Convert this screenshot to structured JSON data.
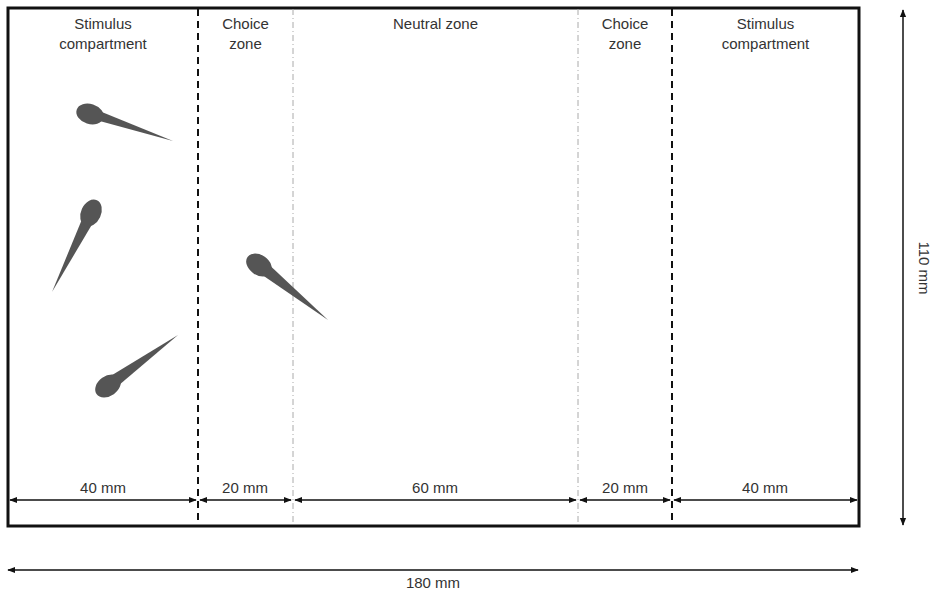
{
  "diagram": {
    "nodes": [
      {
        "text": [
          "Stimulus compartment"
        ]
      },
      {
        "text": [
          "Choice zone"
        ]
      },
      {
        "text": [
          "Neutral zone"
        ]
      },
      {
        "text": [
          "Choice zone"
        ]
      },
      {
        "text": [
          "Stimulus compartment"
        ]
      }
    ],
    "labels": [
      "40 mm",
      "20 mm",
      "60 mm",
      "20 mm",
      "40 mm",
      "110 mm",
      "180 mm"
    ]
  }
}
